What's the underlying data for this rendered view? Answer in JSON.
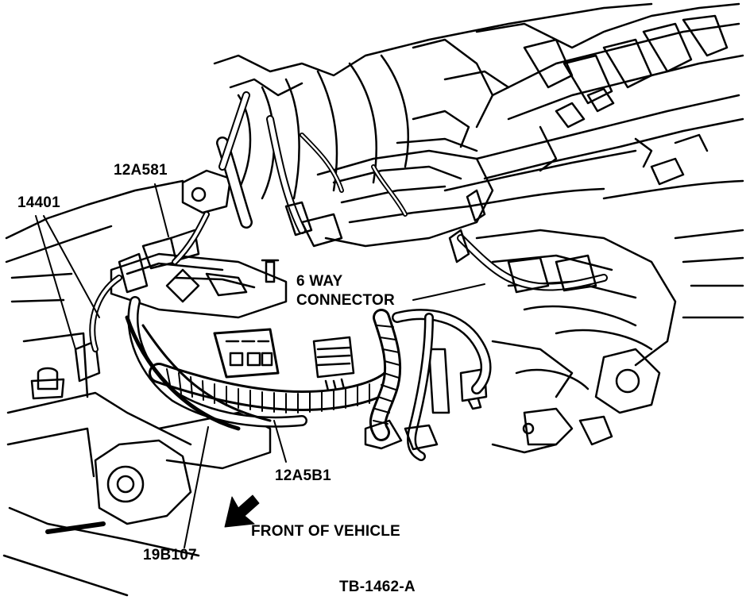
{
  "labels": {
    "c1": "12A581",
    "c2": "14401",
    "c3": "6 WAY\nCONNECTOR",
    "c4": "12A5B1",
    "c5": "19B107",
    "direction": "FRONT OF VEHICLE",
    "figure_id": "TB-1462-A"
  },
  "colors": {
    "ink": "#000000",
    "paper": "#ffffff"
  },
  "icons": {
    "direction_arrow": "arrow-down-left-icon"
  }
}
